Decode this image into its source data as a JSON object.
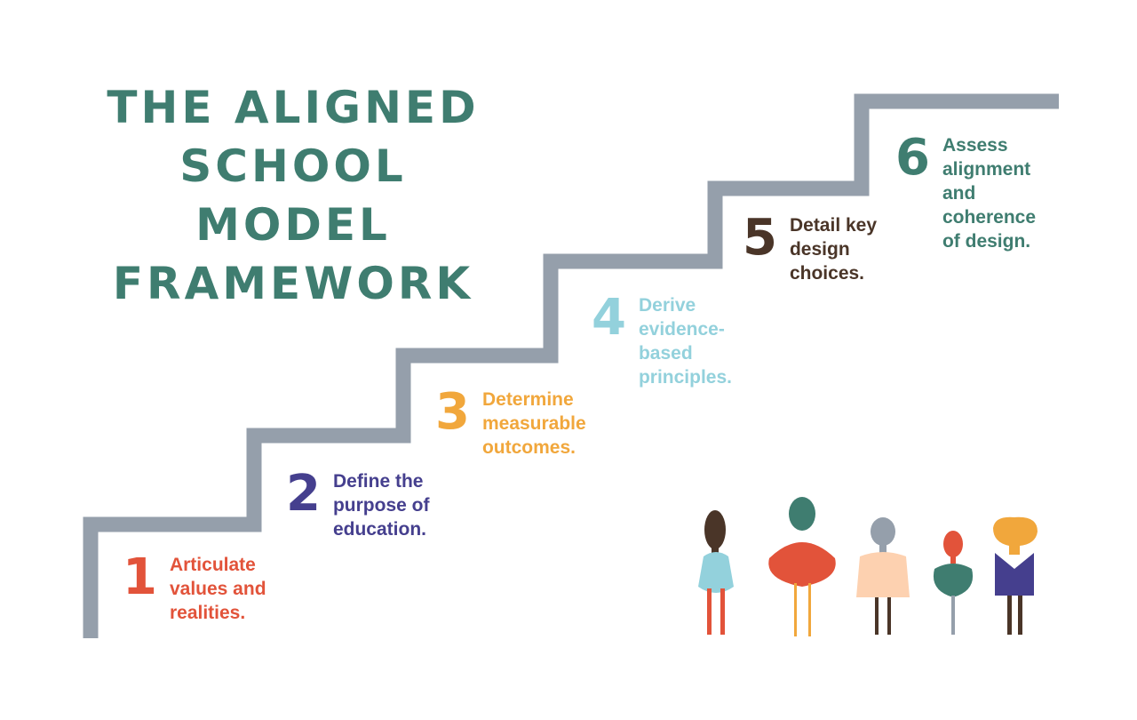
{
  "title": {
    "line1": "The Aligned",
    "line2": "School Model",
    "line3": "Framework"
  },
  "steps": [
    {
      "number": "1",
      "text": "Articulate\nvalues and\nrealities.",
      "color": "#e2533a"
    },
    {
      "number": "2",
      "text": "Define the\npurpose of\neducation.",
      "color": "#453f8e"
    },
    {
      "number": "3",
      "text": "Determine\nmeasurable\noutcomes.",
      "color": "#f1a73c"
    },
    {
      "number": "4",
      "text": "Derive\nevidence-\nbased\nprinciples.",
      "color": "#93d1dc"
    },
    {
      "number": "5",
      "text": "Detail key\ndesign\nchoices.",
      "color": "#4a3528"
    },
    {
      "number": "6",
      "text": "Assess\nalignment\nand\ncoherence\nof design.",
      "color": "#3f7d70"
    }
  ],
  "colors": {
    "stair": "#959fab",
    "title": "#3f7d70"
  },
  "illustration": {
    "people": [
      "person-1",
      "person-2",
      "person-3",
      "person-4",
      "person-5"
    ]
  }
}
